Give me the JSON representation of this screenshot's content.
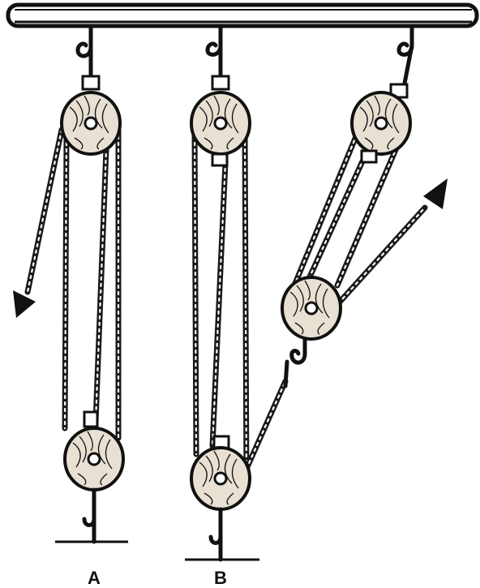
{
  "labels": {
    "a": "A",
    "b": "B"
  },
  "colors": {
    "ink": "#111111",
    "paper": "#ffffff",
    "wood": "#e8e0d2"
  },
  "icons": [
    "pulley-icon",
    "hook-icon",
    "arrow-icon",
    "support-bar"
  ]
}
